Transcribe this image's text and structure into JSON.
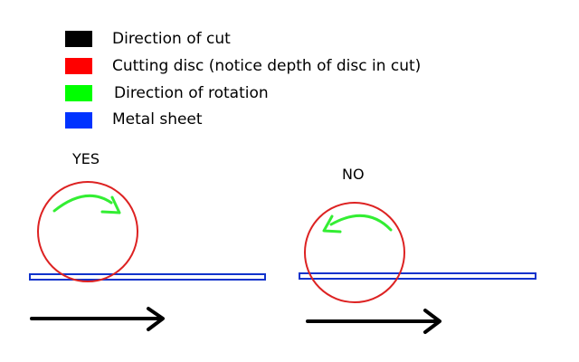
{
  "legend": [
    {
      "label": "Direction of cut",
      "color": "#000000"
    },
    {
      "label": "Cutting disc (notice depth of disc in cut)",
      "color": "#ff0000"
    },
    {
      "label": "Direction of rotation",
      "color": "#00ff00"
    },
    {
      "label": "Metal sheet",
      "color": "#0033ff"
    }
  ],
  "panels": {
    "yes": {
      "label": "YES",
      "rotation": "clockwise"
    },
    "no": {
      "label": "NO",
      "rotation": "counter-clockwise"
    }
  },
  "colors": {
    "cut_arrow": "#000000",
    "disc_outline": "#dd2222",
    "rotation_arrow": "#33ee33",
    "sheet_outline": "#1133cc"
  }
}
